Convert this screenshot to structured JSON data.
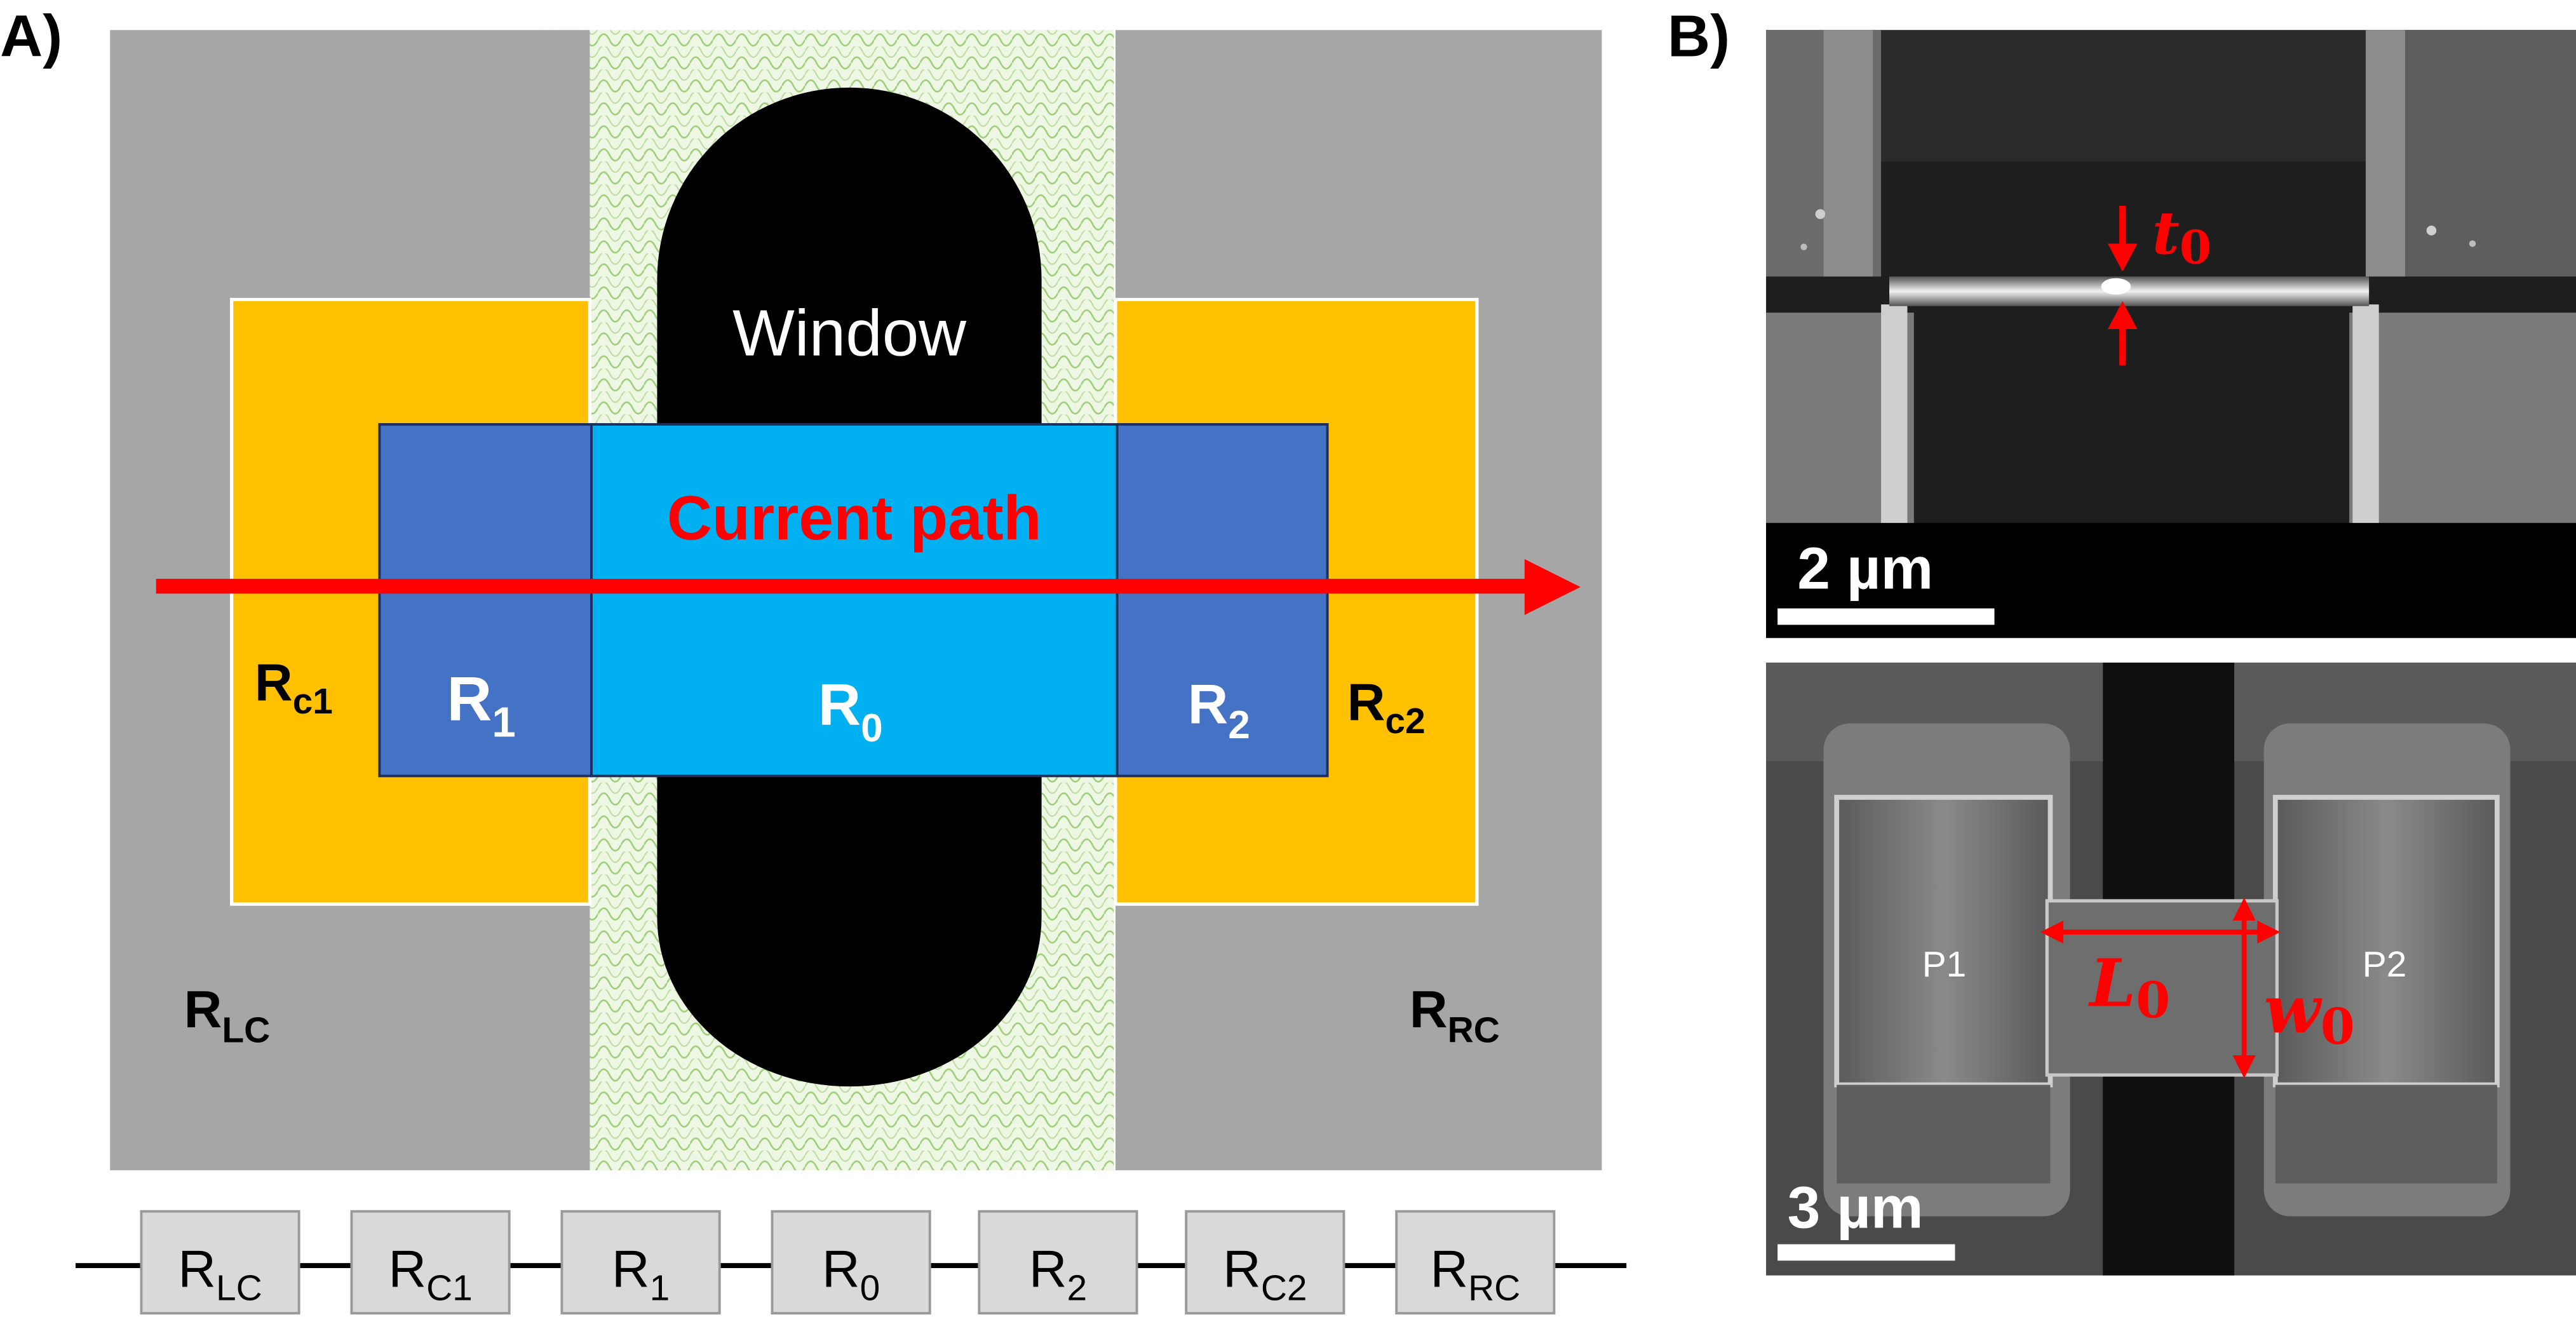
{
  "panel_a": {
    "label": "A)",
    "window_label": "Window",
    "current_label": "Current path",
    "regions": [
      {
        "id": "r-lc",
        "main": "R",
        "sub": "LC"
      },
      {
        "id": "r-c1",
        "main": "R",
        "sub": "c1"
      },
      {
        "id": "r-1",
        "main": "R",
        "sub": "1"
      },
      {
        "id": "r-0",
        "main": "R",
        "sub": "0"
      },
      {
        "id": "r-2",
        "main": "R",
        "sub": "2"
      },
      {
        "id": "r-c2",
        "main": "R",
        "sub": "c2"
      },
      {
        "id": "r-rc",
        "main": "R",
        "sub": "RC"
      }
    ],
    "circuit": [
      {
        "main": "R",
        "sub": "LC"
      },
      {
        "main": "R",
        "sub": "C1"
      },
      {
        "main": "R",
        "sub": "1"
      },
      {
        "main": "R",
        "sub": "0"
      },
      {
        "main": "R",
        "sub": "2"
      },
      {
        "main": "R",
        "sub": "C2"
      },
      {
        "main": "R",
        "sub": "RC"
      }
    ],
    "colors": {
      "gray": "#a6a6a6",
      "orange": "#ffc000",
      "dark_blue": "#4472c4",
      "light_blue": "#00b0f0",
      "arrow": "#ff0000",
      "window": "#000000",
      "resistor": "#d9d9d9"
    }
  },
  "panel_b": {
    "label": "B)",
    "top": {
      "scale_label": "2 µm",
      "thickness": {
        "main": "t",
        "sub": "0"
      }
    },
    "bottom": {
      "scale_label": "3 µm",
      "pad_left": "P1",
      "pad_right": "P2",
      "length": {
        "main": "L",
        "sub": "0"
      },
      "width": {
        "main": "w",
        "sub": "0"
      }
    }
  }
}
